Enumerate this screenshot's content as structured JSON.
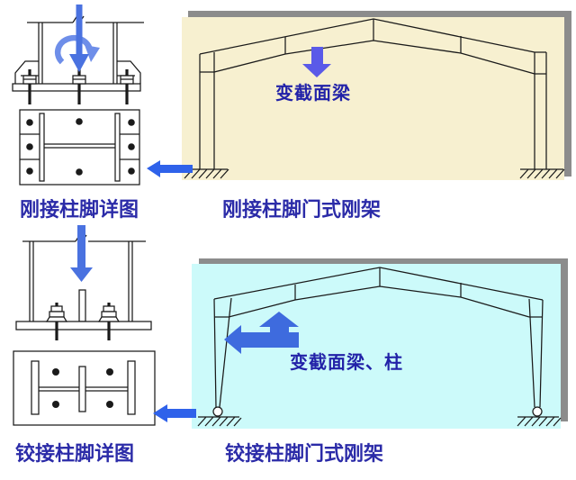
{
  "top_section": {
    "detail_caption": "刚接柱脚详图",
    "frame_caption": "刚接柱脚门式刚架",
    "beam_label": "变截面梁"
  },
  "bottom_section": {
    "detail_caption": "铰接柱脚详图",
    "frame_caption": "铰接柱脚门式刚架",
    "beam_label": "变截面梁、柱"
  },
  "colors": {
    "panel_top_bg": "#F7F0D0",
    "panel_bottom_bg": "#CCFAFA",
    "shadow_gray": "#8C8C8C",
    "line_color": "#1A1A1A",
    "caption_text": "#2B2BA8",
    "label_text": "#2222A8",
    "detail_arrow": "#4A72E0",
    "moment_arc": "#6E8EE9",
    "panel_top_arrow": "#5A5AE8",
    "panel_bottom_arrow": "#3E6BDE",
    "connector_arrow": "#2F62EA"
  }
}
